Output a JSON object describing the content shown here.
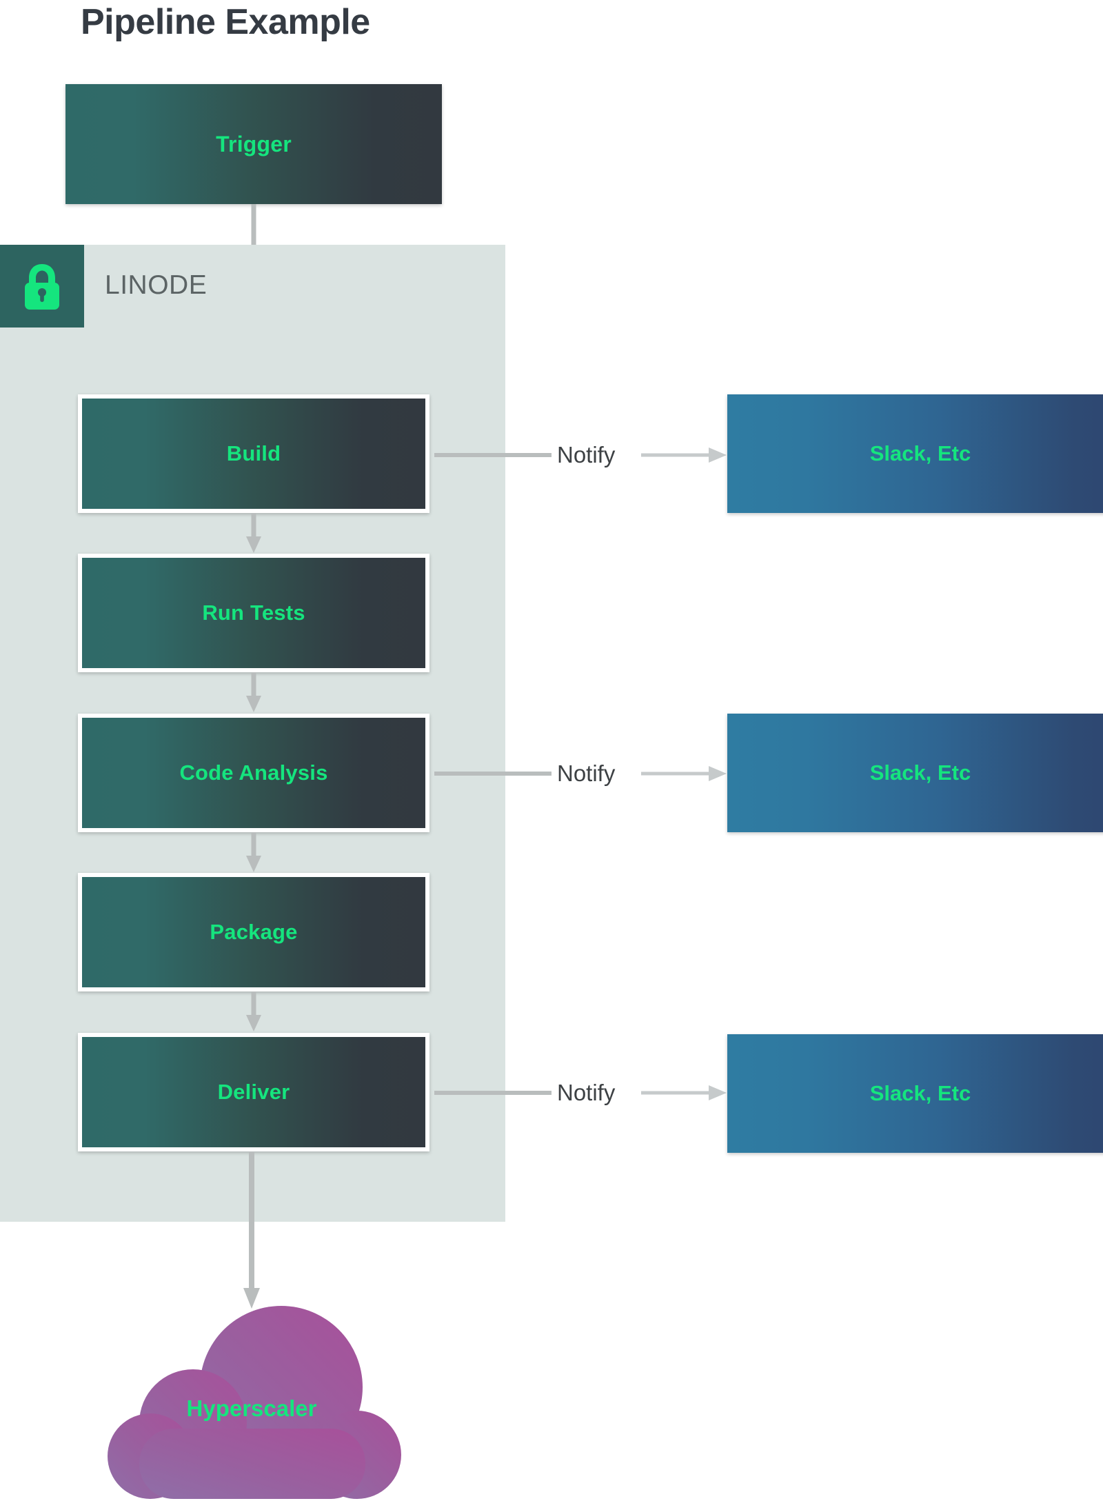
{
  "title": "Pipeline Example",
  "zone": {
    "label": "LINODE",
    "icon": "lock-icon",
    "badge_color": "#2d6460",
    "panel_color": "#dae3e1",
    "icon_color": "#15e57e"
  },
  "colors": {
    "stage_gradient_start": "#2f6a68",
    "stage_gradient_end": "#323940",
    "sink_gradient_start": "#2f7ca2",
    "sink_gradient_end": "#2e4772",
    "accent_green": "#15e57e",
    "title_gray": "#353b43",
    "connector_gray": "#b9bdbd",
    "cloud_start": "#8f6fa8",
    "cloud_end": "#a44f9c"
  },
  "trigger": {
    "label": "Trigger"
  },
  "stages": [
    {
      "label": "Build",
      "notify": true
    },
    {
      "label": "Run Tests",
      "notify": false
    },
    {
      "label": "Code Analysis",
      "notify": true
    },
    {
      "label": "Package",
      "notify": false
    },
    {
      "label": "Deliver",
      "notify": true
    }
  ],
  "notify_label": "Notify",
  "sinks": [
    {
      "label": "Slack, Etc"
    },
    {
      "label": "Slack, Etc"
    },
    {
      "label": "Slack, Etc"
    }
  ],
  "cloud": {
    "label": "Hyperscaler"
  }
}
